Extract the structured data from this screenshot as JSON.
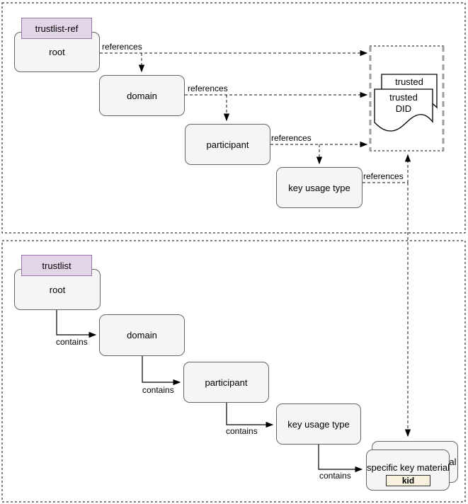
{
  "diagram": {
    "ref_section": {
      "tag": "trustlist-ref",
      "edge_label": "references",
      "nodes": {
        "root": "root",
        "domain": "domain",
        "participant": "participant",
        "key_usage": "key usage type"
      },
      "trusted_group": {
        "back_doc_label": "trusted",
        "front_doc_line1": "trusted",
        "front_doc_line2": "DID"
      }
    },
    "contains_section": {
      "tag": "trustlist",
      "edge_label": "contains",
      "nodes": {
        "root": "root",
        "domain": "domain",
        "participant": "participant",
        "key_usage": "key usage type",
        "key_material": "specific key material",
        "kid": "kid"
      }
    },
    "colors": {
      "node_fill": "#f5f5f5",
      "node_border": "#666666",
      "tag_fill": "#e1d5e7",
      "tag_border": "#9673a6",
      "kid_fill": "#f7f1de",
      "edge_color": "#3d3d3d",
      "container_edge": "#9e9e9e"
    }
  }
}
